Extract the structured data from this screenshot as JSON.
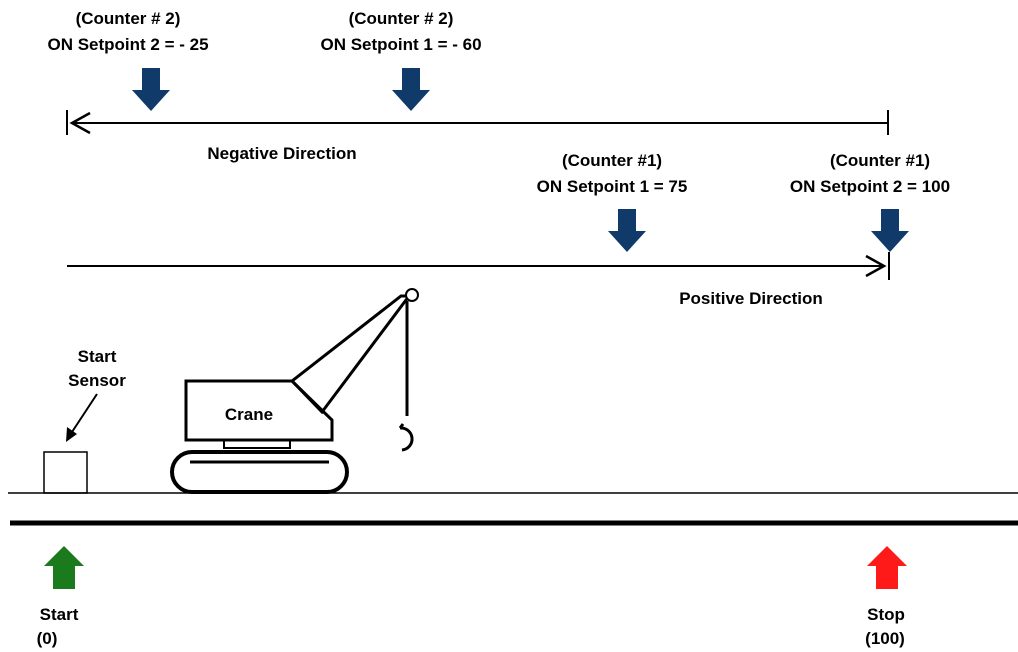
{
  "colors": {
    "setpoint_arrow": "#0f3a6a",
    "start_arrow": "#1b7a1b",
    "stop_arrow": "#ff1a1a",
    "line": "#000000",
    "background": "#ffffff"
  },
  "counter2": {
    "setpoint2": {
      "counter": "(Counter # 2)",
      "label": "ON Setpoint 2 = - 25"
    },
    "setpoint1": {
      "counter": "(Counter # 2)",
      "label": "ON Setpoint 1 = - 60"
    },
    "direction": "Negative Direction"
  },
  "counter1": {
    "setpoint1": {
      "counter": "(Counter #1)",
      "label": "ON Setpoint 1 = 75"
    },
    "setpoint2": {
      "counter": "(Counter #1)",
      "label": "ON Setpoint 2 = 100"
    },
    "direction": "Positive Direction"
  },
  "sensor": {
    "line1": "Start",
    "line2": "Sensor"
  },
  "crane": {
    "label": "Crane"
  },
  "start": {
    "label": "Start",
    "value": "(0)"
  },
  "stop": {
    "label": "Stop",
    "value": "(100)"
  }
}
